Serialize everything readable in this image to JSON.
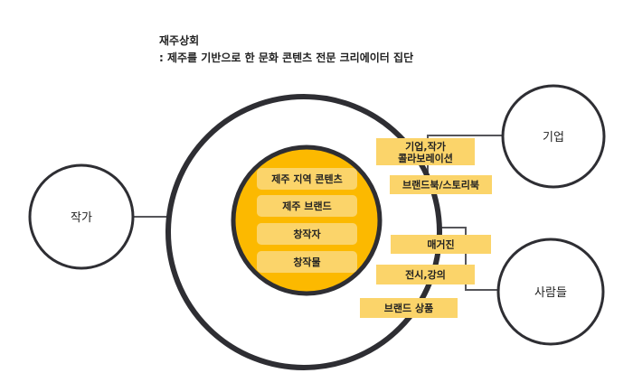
{
  "header": {
    "title": "재주상회",
    "subtitle": ": 제주를 기반으로 한 문화 콘텐츠 전문 크리에이터 집단"
  },
  "nodes": {
    "artist": "작가",
    "company": "기업",
    "people": "사람들"
  },
  "core_items": [
    "제주 지역 콘텐츠",
    "제주 브랜드",
    "창작자",
    "창작물"
  ],
  "outer_items": [
    {
      "lines": [
        "기업,작가",
        "콜라보레이션"
      ]
    },
    {
      "lines": [
        "브랜드북/스토리북"
      ]
    },
    {
      "lines": [
        "매거진"
      ]
    },
    {
      "lines": [
        "전시,강의"
      ]
    },
    {
      "lines": [
        "브랜드 상품"
      ]
    }
  ],
  "colors": {
    "core_fill": "#fcb900",
    "tag_fill": "#fbd46a",
    "stroke": "#2e2e33"
  }
}
